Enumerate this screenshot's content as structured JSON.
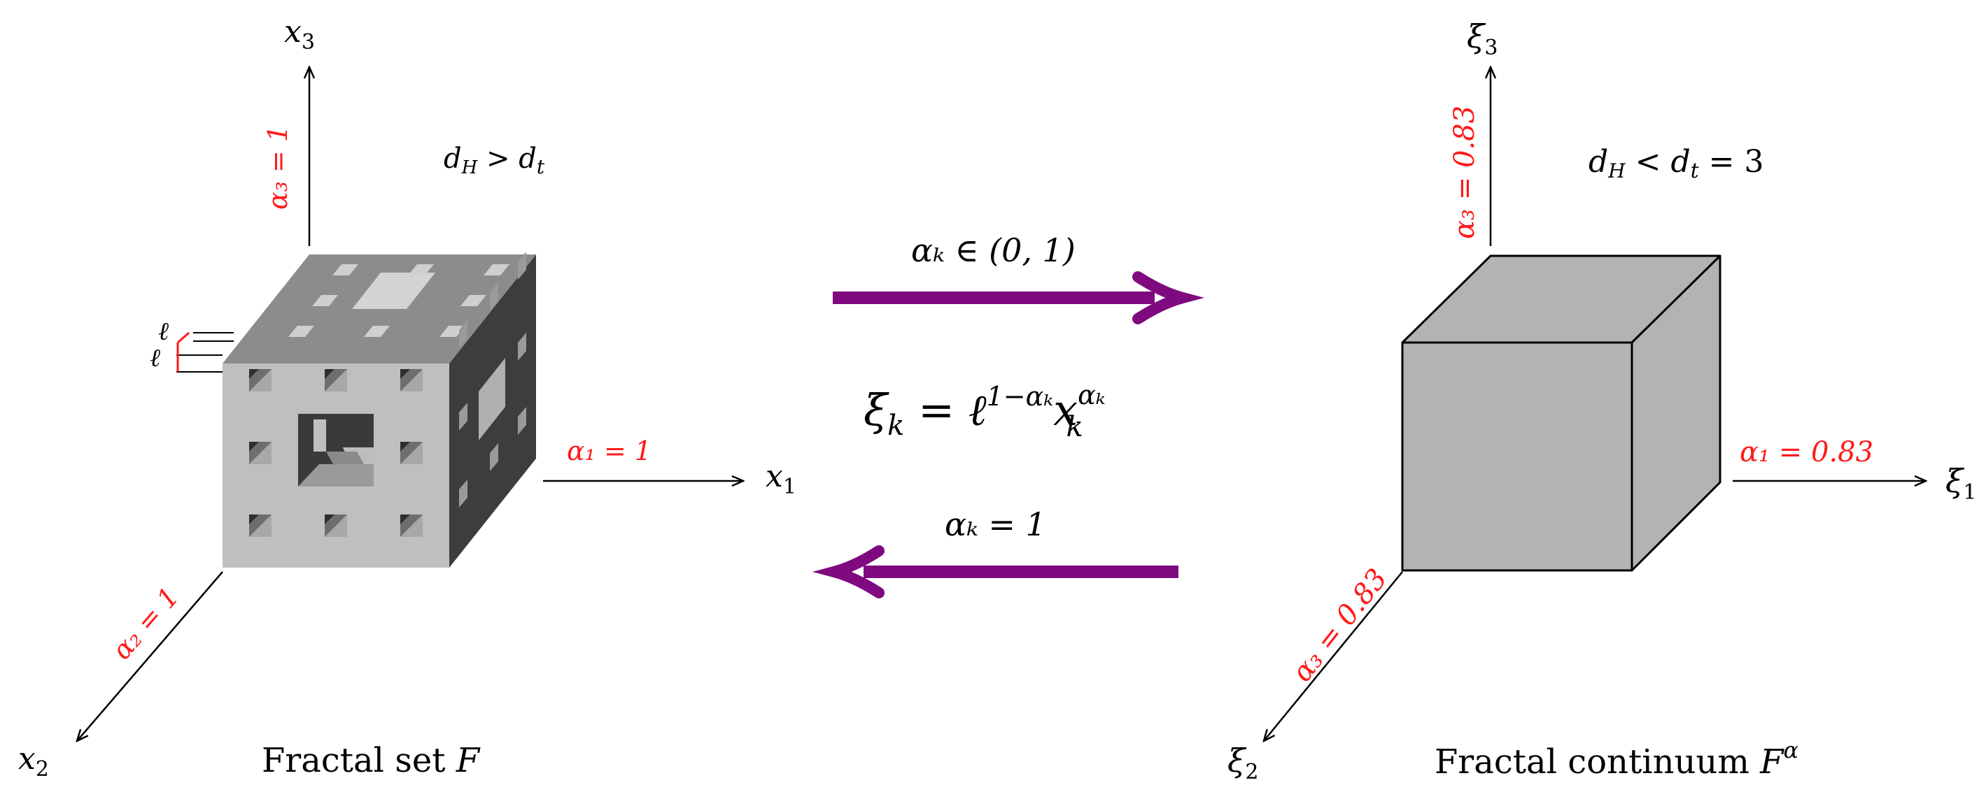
{
  "colors": {
    "red": "#ff1a1a",
    "arrow_purple": "#7f0a80",
    "menger_front": "#bfbfbf",
    "menger_top": "#8c8c8c",
    "menger_side": "#3d3d3d",
    "cube_fill": "#b3b3b3"
  },
  "left": {
    "axis_x1": {
      "base": "x",
      "sub": "1"
    },
    "axis_x2": {
      "base": "x",
      "sub": "2"
    },
    "axis_x3": {
      "base": "x",
      "sub": "3"
    },
    "alpha1": "α₁ = 1",
    "alpha2": "α₂ = 1",
    "alpha3": "α₃ = 1",
    "dim_relation": {
      "d": "d",
      "H": "H",
      "rel": " > ",
      "t": "t"
    },
    "ell_label": "ℓ",
    "caption": "Fractal set ",
    "caption_symbol": "F"
  },
  "middle": {
    "forward_condition": "αₖ ∈ (0, 1)",
    "mapping": {
      "lhs": "ξ",
      "lhs_sub": "k",
      "eq": " = ",
      "ell": "ℓ",
      "ell_sup": "1−αₖ",
      "x": "x",
      "x_sub": "k",
      "x_sup": "αₖ"
    },
    "backward_condition": "αₖ = 1"
  },
  "right": {
    "axis_xi1": {
      "base": "ξ",
      "sub": "1"
    },
    "axis_xi2": {
      "base": "ξ",
      "sub": "2"
    },
    "axis_xi3": {
      "base": "ξ",
      "sub": "3"
    },
    "alpha1": "α₁ = 0.83",
    "alpha2": "α₃ = 0.83",
    "alpha3": "α₃ = 0.83",
    "dim_relation": {
      "d": "d",
      "H": "H",
      "rel": " < ",
      "t": "t",
      "eq": " = 3"
    },
    "caption": "Fractal continuum ",
    "caption_symbol": "F",
    "caption_sup": "α"
  }
}
